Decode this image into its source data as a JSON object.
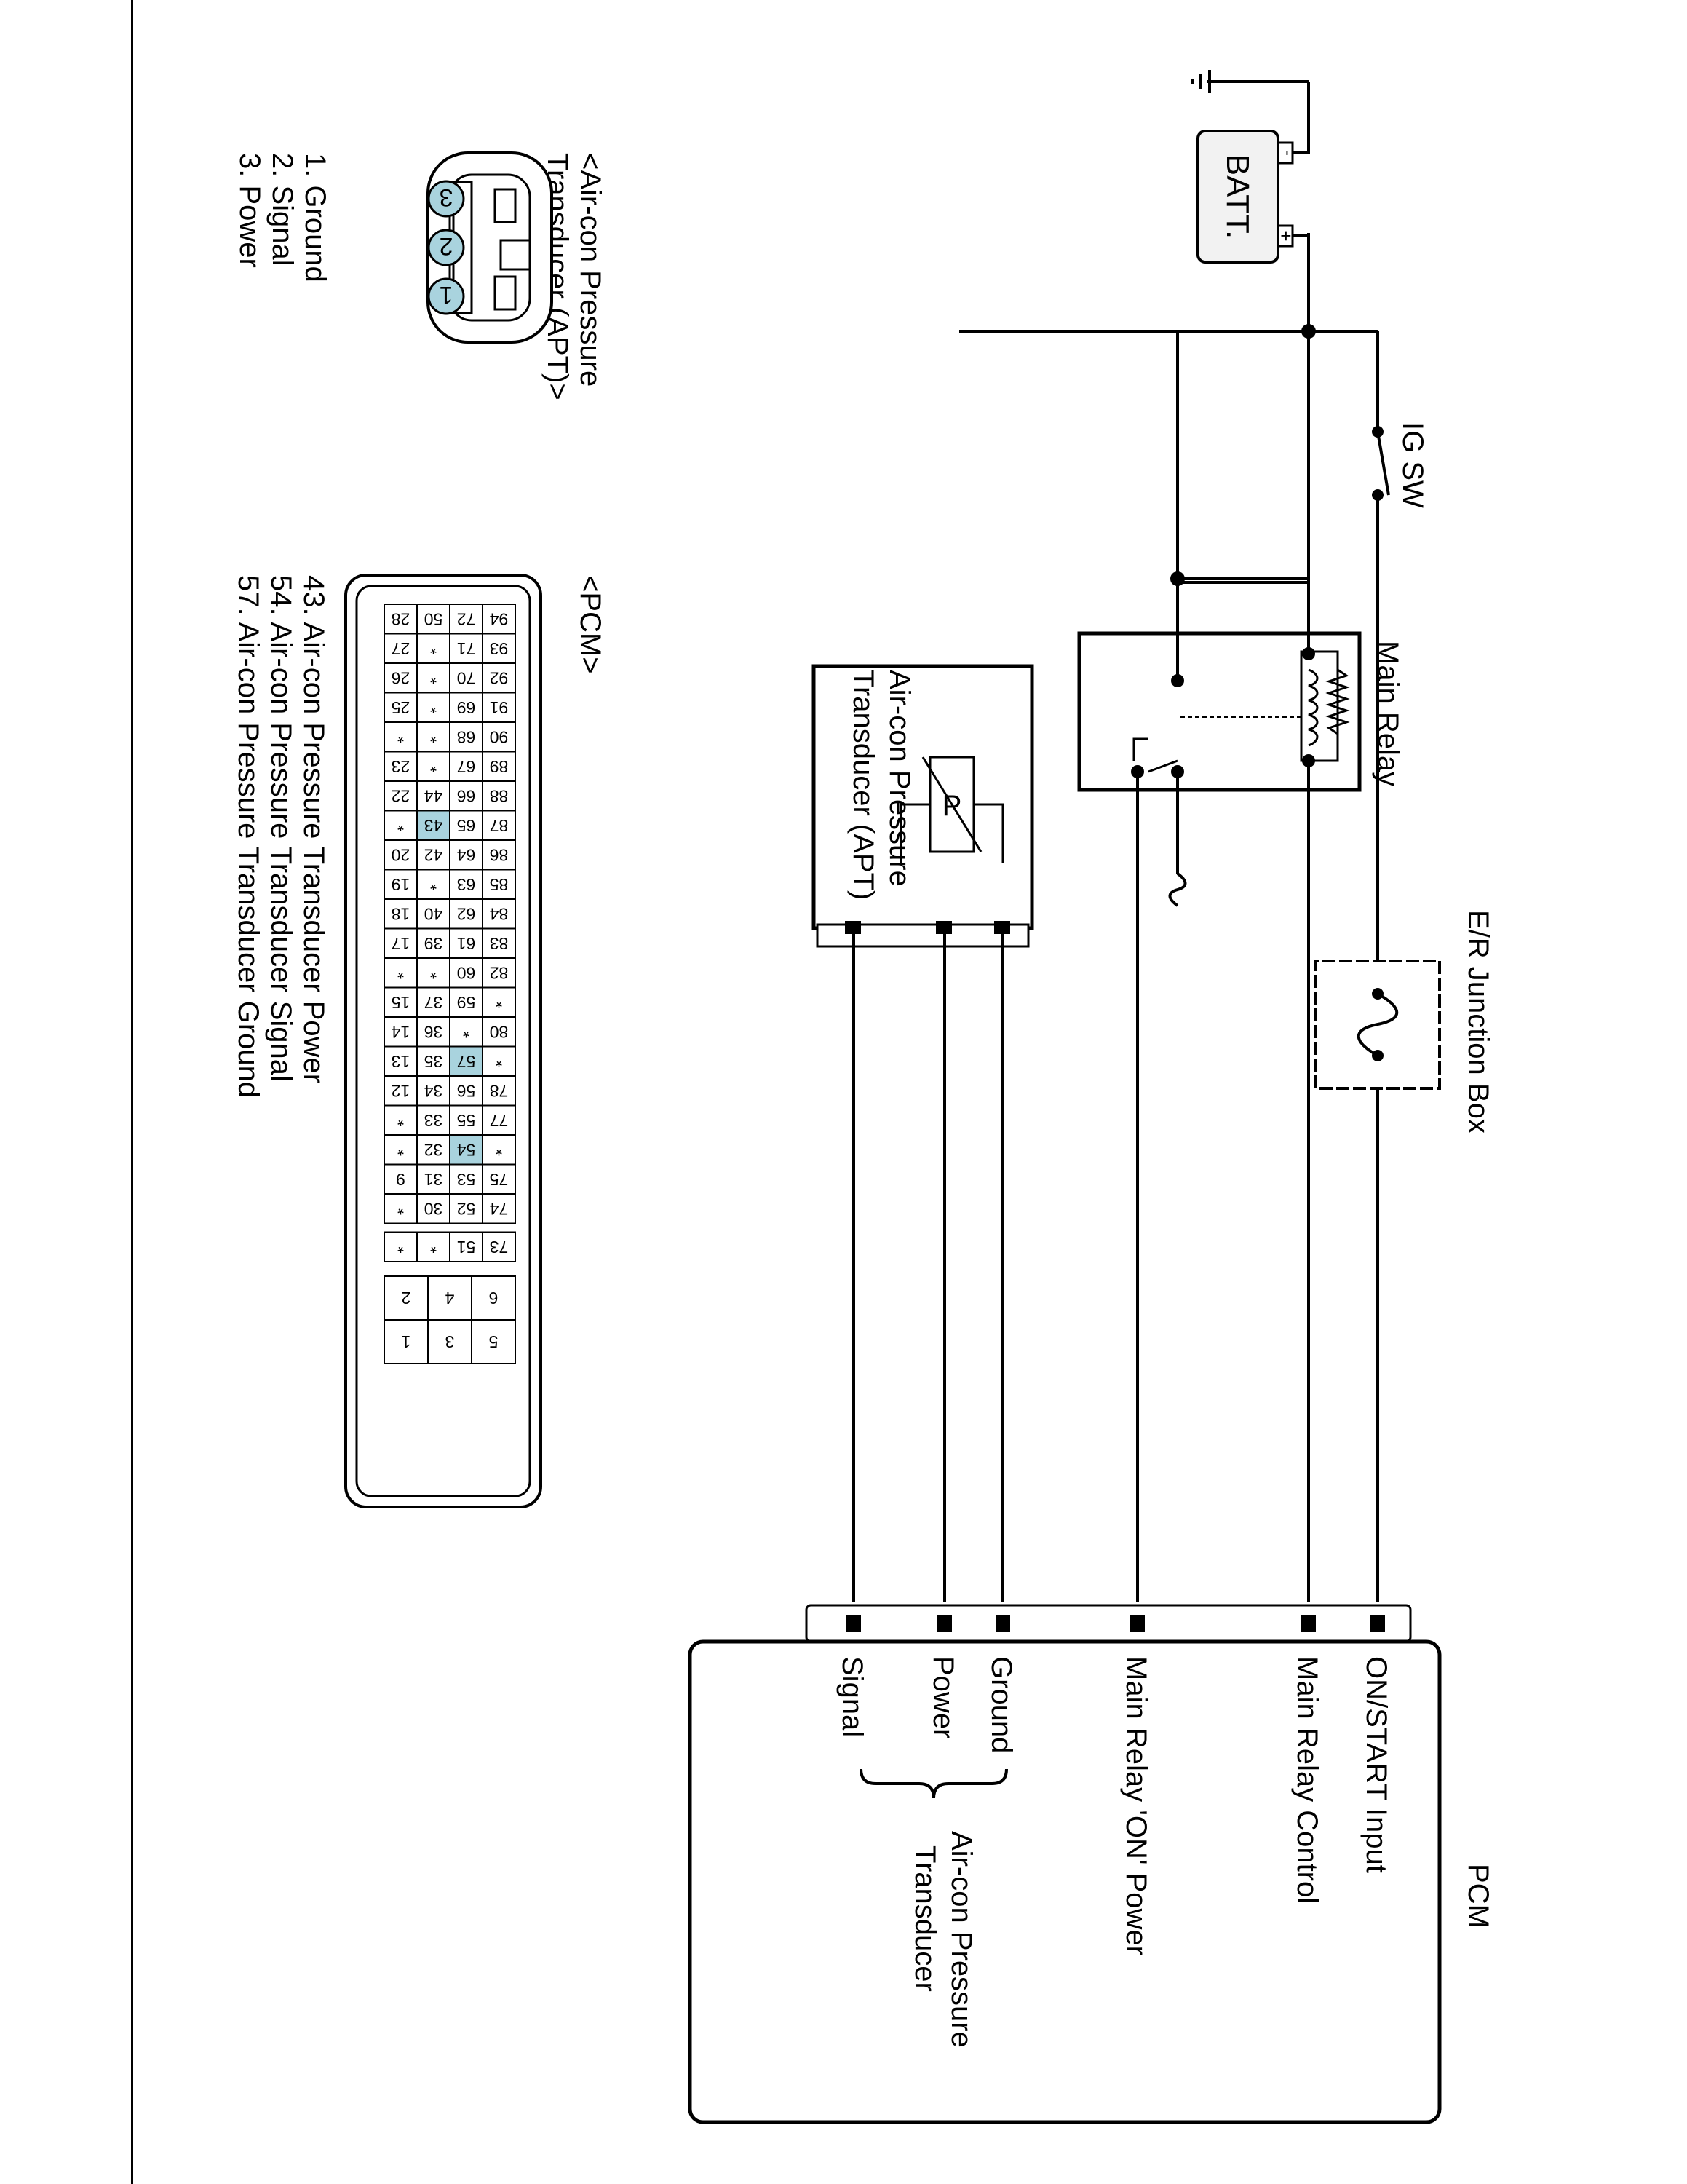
{
  "components": {
    "battery": "BATT.",
    "battery_neg": "-",
    "battery_pos": "+",
    "ig_switch": "IG SW",
    "junction_box": "E/R Junction Box",
    "main_relay": "Main Relay",
    "apt_line1": "Air-con Pressure",
    "apt_line2": "Transducer (APT)",
    "apt_symbol": "P",
    "pcm": "PCM"
  },
  "pcm_terminals": {
    "on_start": "ON/START Input",
    "relay_control": "Main Relay Control",
    "relay_on_power": "Main Relay 'ON' Power",
    "ground": "Ground",
    "power": "Power",
    "signal": "Signal",
    "group_line1": "Air-con Pressure",
    "group_line2": "Transducer"
  },
  "apt_connector": {
    "title_line1": "<Air-con Pressure",
    "title_line2": "Transducer (APT)>",
    "pins": [
      "3",
      "2",
      "1"
    ],
    "legend": [
      "1. Ground",
      "2. Signal",
      "3. Power"
    ]
  },
  "pcm_connector": {
    "title": "<PCM>",
    "rows": [
      [
        "94",
        "93",
        "92",
        "91",
        "90",
        "89",
        "88",
        "87",
        "86",
        "85",
        "84",
        "83",
        "82",
        "*",
        "80",
        "*",
        "78",
        "77",
        "*",
        "75",
        "74"
      ],
      [
        "72",
        "71",
        "70",
        "69",
        "68",
        "67",
        "66",
        "65",
        "64",
        "63",
        "62",
        "61",
        "60",
        "59",
        "*",
        "57",
        "56",
        "55",
        "54",
        "53",
        "52"
      ],
      [
        "50",
        "*",
        "*",
        "*",
        "*",
        "*",
        "44",
        "43",
        "42",
        "*",
        "40",
        "39",
        "*",
        "37",
        "36",
        "35",
        "34",
        "33",
        "32",
        "31",
        "30"
      ],
      [
        "28",
        "27",
        "26",
        "25",
        "*",
        "23",
        "22",
        "*",
        "20",
        "19",
        "18",
        "17",
        "*",
        "15",
        "14",
        "13",
        "12",
        "*",
        "*",
        "9",
        "*"
      ]
    ],
    "side_cells": [
      "73",
      "51",
      "*",
      "*"
    ],
    "small_cells": [
      [
        "6",
        "5"
      ],
      [
        "4",
        "3"
      ],
      [
        "2",
        "1"
      ]
    ],
    "highlighted": [
      "43",
      "54",
      "57"
    ],
    "legend": [
      "43. Air-con Pressure Transducer Power",
      "54. Air-con Pressure Transducer Signal",
      "57. Air-con Pressure Transducer Ground"
    ]
  },
  "colors": {
    "highlight": "#a9d3de",
    "line": "#000000",
    "battery_fill": "#f2f2f2"
  }
}
